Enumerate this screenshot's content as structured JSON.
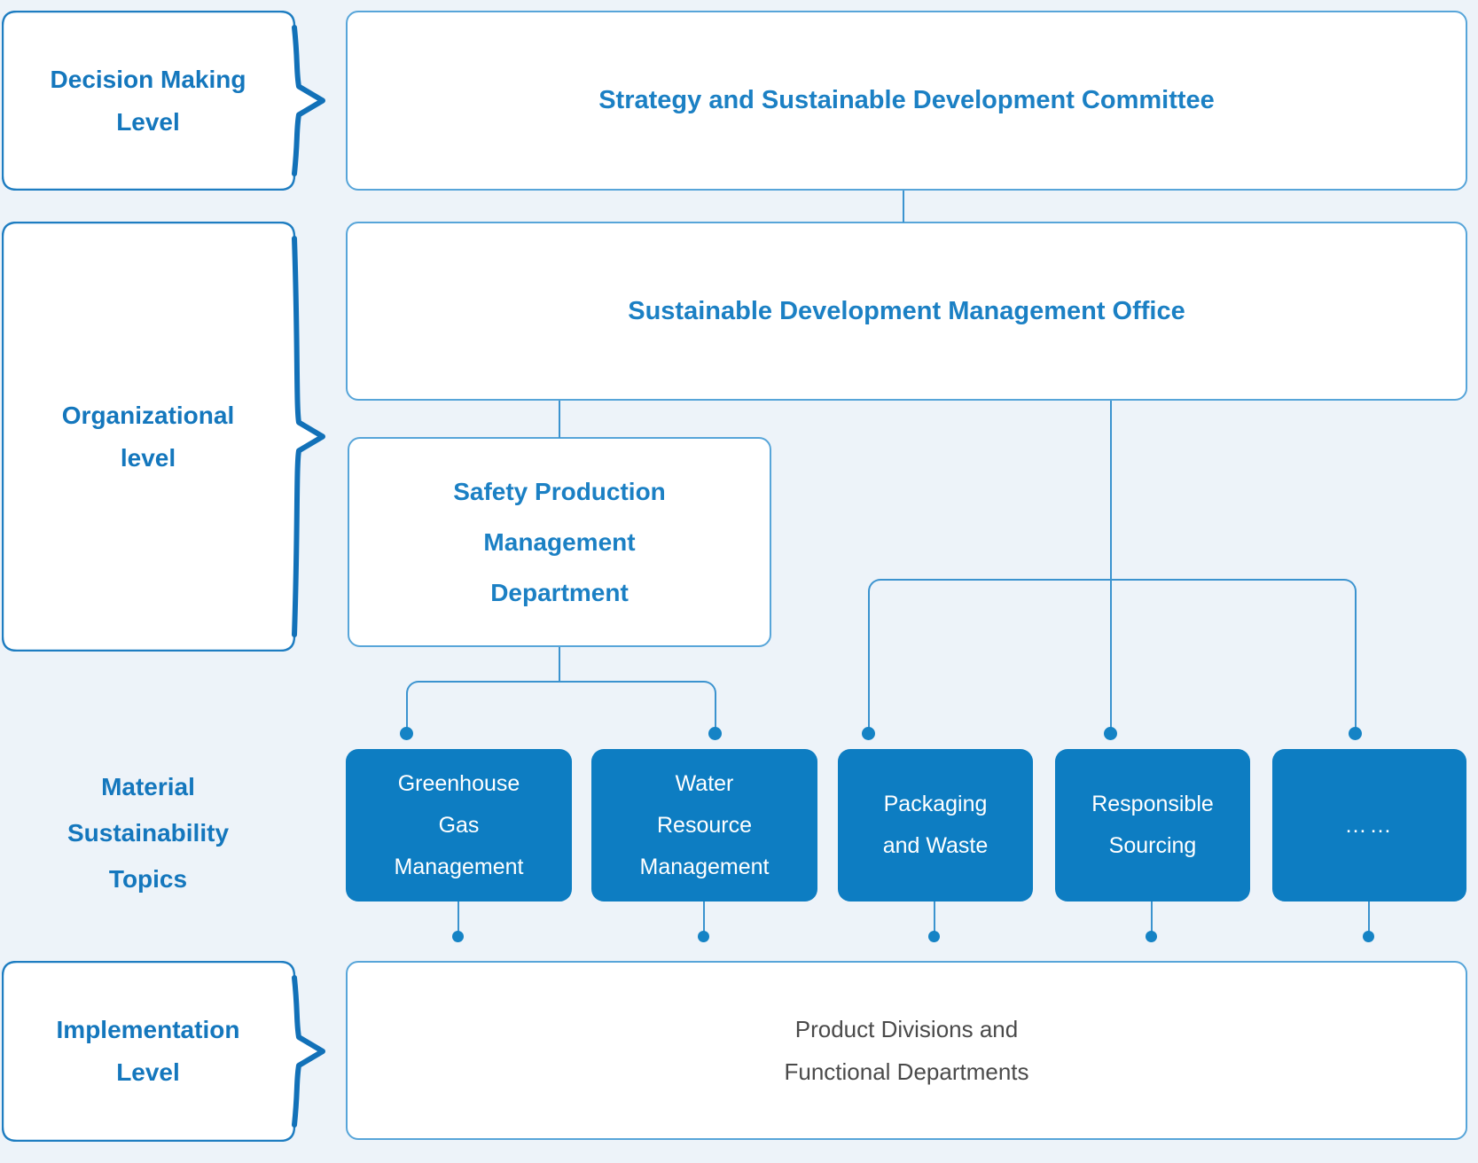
{
  "levels": [
    {
      "label_lines": [
        "Decision Making",
        "Level"
      ]
    },
    {
      "label_lines": [
        "Organizational",
        "level"
      ]
    },
    {
      "label_lines": [
        "Material",
        "Sustainability",
        "Topics"
      ]
    },
    {
      "label_lines": [
        "Implementation",
        "Level"
      ]
    }
  ],
  "nodes": {
    "committee": "Strategy and Sustainable Development Committee",
    "office": "Sustainable Development Management Office",
    "safety_lines": [
      "Safety Production",
      "Management",
      "Department"
    ],
    "topics": [
      {
        "lines": [
          "Greenhouse",
          "Gas",
          "Management"
        ]
      },
      {
        "lines": [
          "Water",
          "Resource",
          "Management"
        ]
      },
      {
        "lines": [
          "Packaging",
          "and Waste"
        ]
      },
      {
        "lines": [
          "Responsible",
          "Sourcing"
        ]
      },
      {
        "lines": [
          "……"
        ]
      }
    ],
    "implementation_lines": [
      "Product Divisions and",
      "Functional Departments"
    ]
  },
  "colors": {
    "background": "#edf3f9",
    "box_fill_blue": "#0d7dc2",
    "white_box_border": "#57a5d9",
    "label_text_blue": "#1477bd",
    "heading_text_blue": "#1b80c4",
    "connector_blue": "#3b93cf",
    "dot_blue": "#1583c5",
    "implementation_text_gray": "#4a4a4a"
  }
}
